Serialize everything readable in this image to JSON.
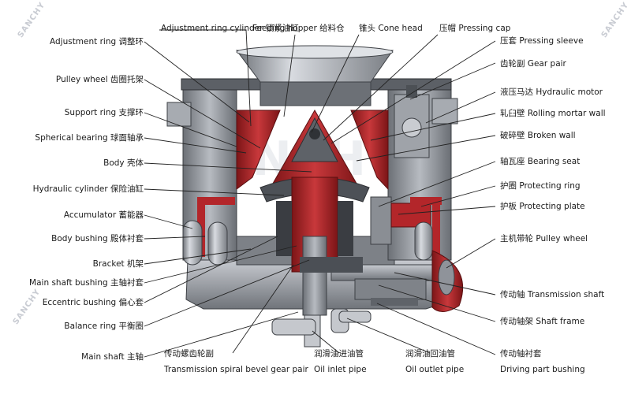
{
  "watermark": {
    "brand": "SANCHY"
  },
  "labels": {
    "adjustment_ring_cylinder": "Adjustment ring cylinder 锁紧油缸",
    "feeding_hopper": "Feeding hopper 给料仓",
    "cone_head": "锥头 Cone head",
    "pressing_cap": "压帽 Pressing cap",
    "pressing_sleeve": "压套 Pressing sleeve",
    "gear_pair": "齿轮副 Gear pair",
    "hydraulic_motor": "液压马达 Hydraulic motor",
    "rolling_mortar_wall": "轧臼壁 Rolling mortar wall",
    "broken_wall": "破碎壁 Broken wall",
    "bearing_seat": "轴瓦座 Bearing seat",
    "protecting_ring": "护圈 Protecting ring",
    "protecting_plate": "护板 Protecting plate",
    "pulley_wheel_right": "主机带轮 Pulley wheel",
    "transmission_shaft": "传动轴 Transmission shaft",
    "shaft_frame": "传动轴架 Shaft frame",
    "driving_part_bushing_cn": "传动轴衬套",
    "driving_part_bushing_en": "Driving part bushing",
    "oil_outlet_cn": "润滑油回油管",
    "oil_outlet_en": "Oil outlet pipe",
    "oil_inlet_cn": "润滑油进油管",
    "oil_inlet_en": "Oil inlet pipe",
    "bevel_gear_cn": "传动螺齿轮副",
    "bevel_gear_en": "Transmission spiral bevel gear pair",
    "main_shaft": "Main shaft 主轴",
    "balance_ring": "Balance ring 平衡圈",
    "eccentric_bushing": "Eccentric bushing 偏心套",
    "main_shaft_bushing": "Main shaft bushing 主轴衬套",
    "bracket": "Bracket 机架",
    "body_bushing": "Body bushing 殿体衬套",
    "accumulator": "Accumulator 蓄能器",
    "hydraulic_cylinder": "Hydraulic cylinder 保险油缸",
    "body": "Body 壳体",
    "spherical_bearing": "Spherical bearing 球面轴承",
    "support_ring": "Support ring 支撑环",
    "pulley_wheel_left": "Pulley wheel 齿圈托架",
    "adjustment_ring": "Adjustment ring 调整环"
  },
  "colors": {
    "metal": "#8f939a",
    "metal_dark": "#4d5157",
    "red": "#b3262a",
    "red_dark": "#7c1517",
    "line": "#222222"
  }
}
